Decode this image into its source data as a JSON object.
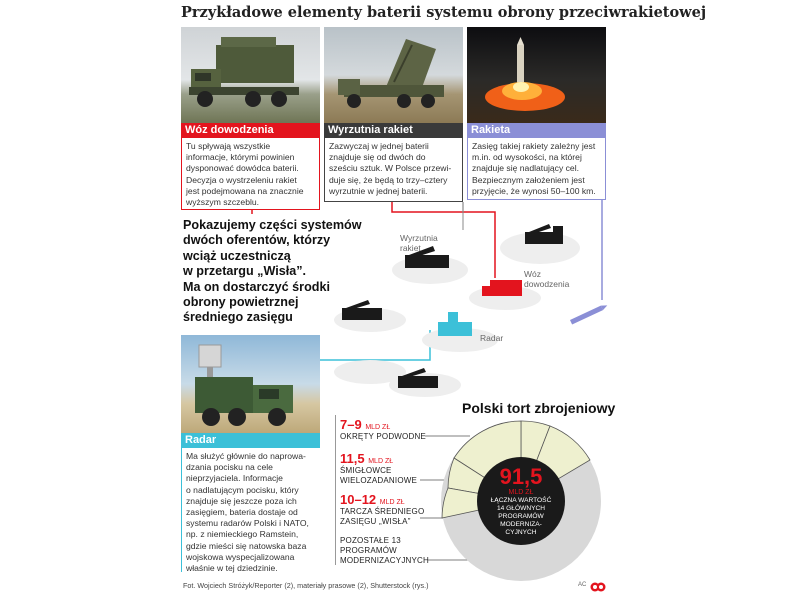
{
  "title": "Przykładowe elementy baterii systemu obrony przeciwrakietowej",
  "panels": [
    {
      "label": "Wóz dowodzenia",
      "color": "#e3141e",
      "text": [
        "Tu spływają wszystkie",
        "informacje, którymi powinien",
        "dysponować dowódca baterii.",
        "Decyzja o wystrzeleniu rakiet",
        "jest podejmowana na znacznie",
        "wyższym szczeblu."
      ]
    },
    {
      "label": "Wyrzutnia rakiet",
      "color": "#3a3a3a",
      "text": [
        "Zazwyczaj w jednej baterii",
        "znajduje się od dwóch do",
        "sześciu sztuk. W Polsce przewi-",
        "duje się, że będą to trzy–cztery",
        "wyrzutnie w jednej baterii."
      ]
    },
    {
      "label": "Rakieta",
      "color": "#8b8fd6",
      "text": [
        "Zasięg takiej rakiety zależny jest",
        "m.in. od wysokości, na której",
        "znajduje się nadlatujący cel.",
        "Bezpiecznym założeniem jest",
        "przyjęcie, że wynosi 50–100 km."
      ]
    },
    {
      "label": "Radar",
      "color": "#3cc0d8",
      "text": [
        "Ma służyć głównie do naprowa-",
        "dzania pocisku na cele",
        "nieprzyjaciela. Informacje",
        "o nadlatującym pocisku, który",
        "znajduje się jeszcze poza ich",
        "zasięgiem, bateria dostaje od",
        "systemu radarów Polski i NATO,",
        "np. z niemieckiego Ramstein,",
        "gdzie mieści się natowska baza",
        "wojskowa wyspecjalizowana",
        "właśnie w tej dziedzinie."
      ]
    }
  ],
  "lead_lines": [
    "Pokazujemy części systemów",
    "dwóch oferentów, którzy",
    "wciąż uczestniczą",
    "w przetargu „Wisła”.",
    "Ma on dostarczyć środki",
    "obrony powietrznej",
    "średniego zasięgu"
  ],
  "diagram_labels": {
    "launcher": [
      "Wyrzutnia",
      "rakiet"
    ],
    "command": [
      "Wóz",
      "dowodzenia"
    ],
    "radar": "Radar"
  },
  "section_title": "Polski tort zbrojeniowy",
  "items": [
    {
      "amount": "7–9",
      "unit": "MLD ZŁ",
      "lines": [
        "OKRĘTY PODWODNE"
      ]
    },
    {
      "amount": "11,5",
      "unit": "MLD ZŁ",
      "lines": [
        "ŚMIGŁOWCE",
        "WIELOZADANIOWE"
      ]
    },
    {
      "amount": "10–12",
      "unit": "MLD ZŁ",
      "lines": [
        "TARCZA ŚREDNIEGO",
        "ZASIĘGU „WISŁA”"
      ]
    },
    {
      "amount": "",
      "unit": "",
      "lines": [
        "POZOSTAŁE 13",
        "PROGRAMÓW",
        "MODERNIZACYJNYCH"
      ]
    }
  ],
  "center": {
    "amount": "91,5",
    "unit": "MLD ZŁ",
    "lines": [
      "ŁĄCZNA WARTOŚĆ",
      "14 GŁÓWNYCH",
      "PROGRAMÓW",
      "MODERNIZA-",
      "CYJNYCH"
    ]
  },
  "credit": "Fot. Wojciech Stróżyk/Reporter (2), materiały prasowe (2), Shutterstock (rys.)",
  "signature": "AC",
  "colors": {
    "red": "#e3141e",
    "cyan": "#3cc0d8",
    "purple": "#8b8fd6",
    "ring": "#d8d8d8",
    "cream": "#eef0cf",
    "dark": "#1a1a1a"
  }
}
